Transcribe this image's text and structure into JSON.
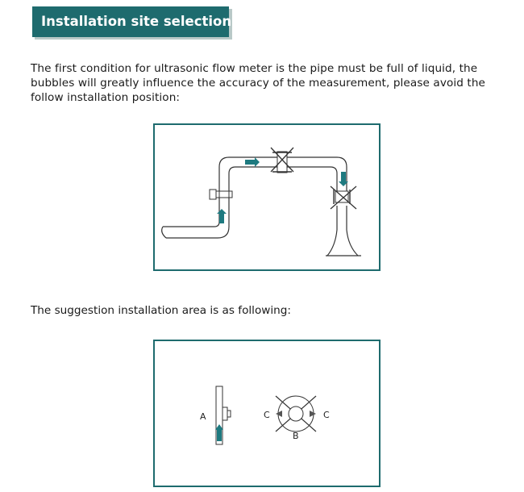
{
  "header": {
    "title": "Installation site selection"
  },
  "content": {
    "paragraph": "The first condition for ultrasonic flow meter is the pipe must be full of liquid, the bubbles will greatly influence the accuracy of the measurement, please avoid the follow installation position:",
    "suggestion": "The suggestion installation area is as following:"
  },
  "figure2": {
    "label_a": "A",
    "label_b": "B",
    "label_c_left": "C",
    "label_c_right": "C"
  },
  "colors": {
    "accent": "#1e6b6e",
    "arrow": "#1e7a80"
  }
}
